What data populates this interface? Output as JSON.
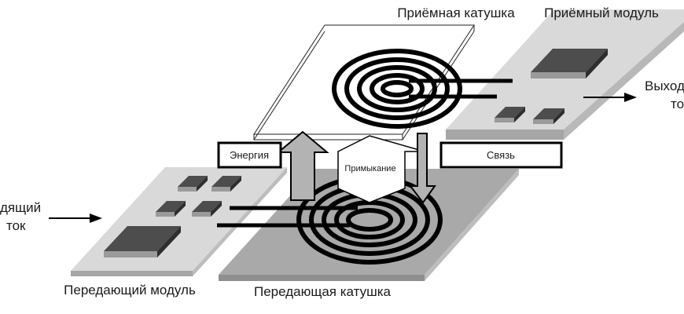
{
  "diagram": {
    "title": "Wireless power transfer: transmitter and receiver modules",
    "labels": {
      "receiver_coil": "Приёмная катушка",
      "receiver_module": "Приёмный модуль",
      "transmitter_module": "Передающий модуль",
      "transmitter_coil": "Передающая катушка",
      "input_current_line1": "дящий",
      "input_current_line2": "ток",
      "output_current_line1": "Выход",
      "output_current_line2": "то",
      "energy": "Энергия",
      "coupling": "Примыкание",
      "communication": "Связь"
    },
    "colors": {
      "board": "#d9d9d9",
      "board_edge": "#a6a6a6",
      "chip_top": "#4d4d4d",
      "chip_side": "#2e2e2e",
      "chip_front": "#9a9a9a",
      "coil_base": "#a9a9a9",
      "coil_base_edge": "#8c8c8c",
      "arrow_fill": "#b3b3b3",
      "winding": "#000000"
    }
  }
}
